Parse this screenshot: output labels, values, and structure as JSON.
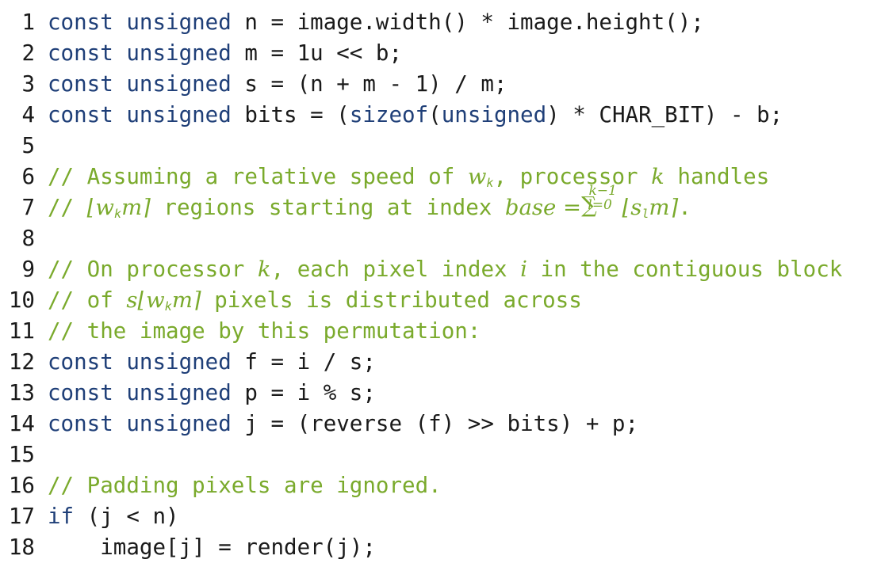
{
  "listing": {
    "lines": [
      {
        "num": "1",
        "kw": "const unsigned",
        "rest": " n = image.width() * image.height();"
      },
      {
        "num": "2",
        "kw": "const unsigned",
        "rest": " m = 1u << b;"
      },
      {
        "num": "3",
        "kw": "const unsigned",
        "rest": " s = (n + m - 1) / m;"
      },
      {
        "num": "4",
        "kw": "const unsigned",
        "rest": " bits = (",
        "kw2": "sizeof",
        "mid": "(",
        "kw3": "unsigned",
        "rest2": ") * CHAR_BIT) - b;"
      },
      {
        "num": "5"
      },
      {
        "num": "6",
        "c1": "// Assuming a relative speed of ",
        "m1": "w",
        "m1sub": "k",
        "c2": ", processor ",
        "m2": "k",
        "c3": " handles"
      },
      {
        "num": "7",
        "c1": "// ",
        "f1": "⌊w",
        "f1sub": "k",
        "f1b": "m⌉",
        "c2": " regions starting at index ",
        "m2": "base",
        "eq": " =",
        "sum": "∑",
        "sumup": "k−1",
        "sumlo": "l=0",
        "f2": " ⌊s",
        "f2sub": "l",
        "f2b": "m⌉",
        "c3": "."
      },
      {
        "num": "8"
      },
      {
        "num": "9",
        "c1": "// On processor ",
        "m1": "k",
        "c2": ", each pixel index ",
        "m2": "i",
        "c3": " in the contiguous block"
      },
      {
        "num": "10",
        "c1": "// of ",
        "f1": "s⌊w",
        "f1sub": "k",
        "f1b": "m⌉",
        "c2": " pixels is distributed across"
      },
      {
        "num": "11",
        "c1": "// the image by this permutation:"
      },
      {
        "num": "12",
        "kw": "const unsigned",
        "rest": " f = i / s;"
      },
      {
        "num": "13",
        "kw": "const unsigned",
        "rest": " p = i % s;"
      },
      {
        "num": "14",
        "kw": "const unsigned",
        "rest": " j = (reverse (f) >> bits) + p;"
      },
      {
        "num": "15"
      },
      {
        "num": "16",
        "c1": "// Padding pixels are ignored."
      },
      {
        "num": "17",
        "kw": "if",
        "rest": " (j < n)"
      },
      {
        "num": "18",
        "rest": "    image[j] = render(j);"
      }
    ]
  },
  "colors": {
    "keyword": "#1f3f78",
    "comment": "#7aaa2c",
    "text": "#1a1a1a"
  }
}
